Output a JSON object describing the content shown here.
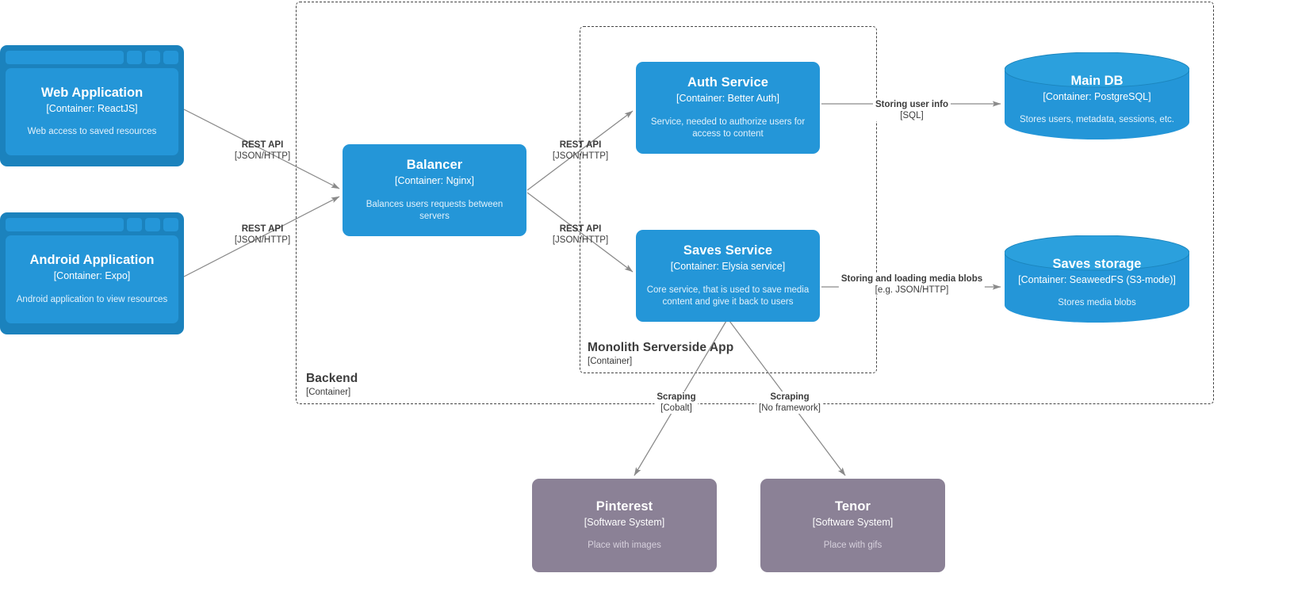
{
  "diagram": {
    "type": "c4-container-diagram",
    "background": "#ffffff",
    "colors": {
      "container": "#2496d8",
      "container_chrome": "#1b82bd",
      "external_system": "#8b8196",
      "edge": "#8a8a8a",
      "boundary_border": "#444444",
      "label_text": "#3c3c3c"
    }
  },
  "boundaries": [
    {
      "id": "backend",
      "name": "Backend",
      "type": "[Container]"
    },
    {
      "id": "monolith",
      "name": "Monolith Serverside App",
      "type": "[Container]"
    }
  ],
  "nodes": [
    {
      "id": "web-application",
      "shape": "browser",
      "title": "Web Application",
      "subtitle": "[Container: ReactJS]",
      "description": "Web access to saved resources"
    },
    {
      "id": "android-application",
      "shape": "browser",
      "title": "Android Application",
      "subtitle": "[Container: Expo]",
      "description": "Android application to view resources"
    },
    {
      "id": "balancer",
      "shape": "rounded-rect",
      "title": "Balancer",
      "subtitle": "[Container: Nginx]",
      "description": "Balances users requests between servers"
    },
    {
      "id": "auth-service",
      "shape": "rounded-rect",
      "title": "Auth Service",
      "subtitle": "[Container: Better Auth]",
      "description": "Service, needed to authorize users for access to content"
    },
    {
      "id": "saves-service",
      "shape": "rounded-rect",
      "title": "Saves Service",
      "subtitle": "[Container: Elysia service]",
      "description": "Core service, that is used to save media content and give it back to users"
    },
    {
      "id": "main-db",
      "shape": "cylinder",
      "title": "Main DB",
      "subtitle": "[Container: PostgreSQL]",
      "description": "Stores users, metadata, sessions, etc."
    },
    {
      "id": "saves-storage",
      "shape": "cylinder",
      "title": "Saves storage",
      "subtitle": "[Container: SeaweedFS (S3-mode)]",
      "description": "Stores media blobs"
    },
    {
      "id": "pinterest",
      "shape": "rounded-rect-external",
      "title": "Pinterest",
      "subtitle": "[Software System]",
      "description": "Place with images"
    },
    {
      "id": "tenor",
      "shape": "rounded-rect-external",
      "title": "Tenor",
      "subtitle": "[Software System]",
      "description": "Place with gifs"
    }
  ],
  "edges": [
    {
      "id": "web-to-balancer",
      "from": "web-application",
      "to": "balancer",
      "label": "REST API",
      "technology": "[JSON/HTTP]"
    },
    {
      "id": "android-to-balancer",
      "from": "android-application",
      "to": "balancer",
      "label": "REST API",
      "technology": "[JSON/HTTP]"
    },
    {
      "id": "balancer-to-auth",
      "from": "balancer",
      "to": "auth-service",
      "label": "REST API",
      "technology": "[JSON/HTTP]"
    },
    {
      "id": "balancer-to-saves",
      "from": "balancer",
      "to": "saves-service",
      "label": "REST API",
      "technology": "[JSON/HTTP]"
    },
    {
      "id": "auth-to-maindb",
      "from": "auth-service",
      "to": "main-db",
      "label": "Storing user info",
      "technology": "[SQL]"
    },
    {
      "id": "saves-to-storage",
      "from": "saves-service",
      "to": "saves-storage",
      "label": "Storing and loading media blobs",
      "technology": "[e.g. JSON/HTTP]"
    },
    {
      "id": "saves-to-pinterest",
      "from": "saves-service",
      "to": "pinterest",
      "label": "Scraping",
      "technology": "[Cobalt]"
    },
    {
      "id": "saves-to-tenor",
      "from": "saves-service",
      "to": "tenor",
      "label": "Scraping",
      "technology": "[No framework]"
    }
  ]
}
